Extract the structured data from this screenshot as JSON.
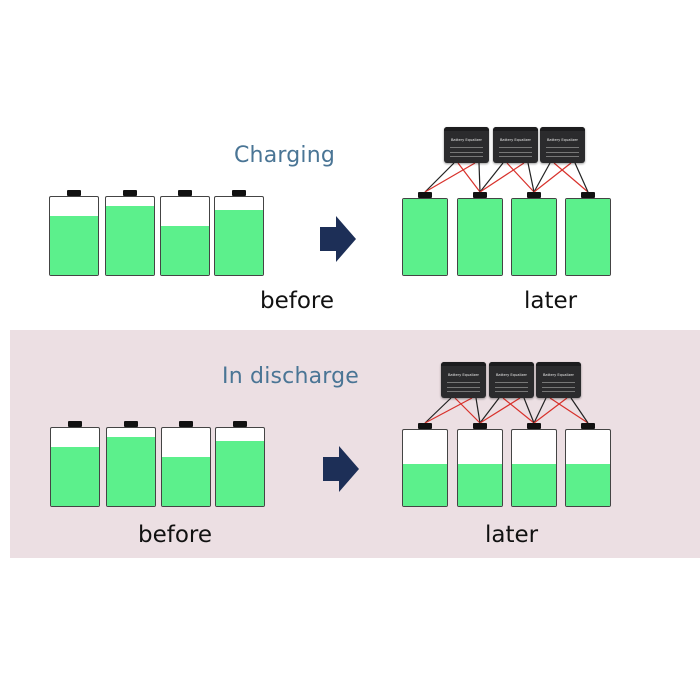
{
  "charging": {
    "title": "Charging",
    "before_label": "before",
    "later_label": "later",
    "before_levels": [
      0.76,
      0.88,
      0.63,
      0.83
    ],
    "later_levels": [
      1.0,
      1.0,
      1.0,
      1.0
    ]
  },
  "discharge": {
    "title": "In discharge",
    "before_label": "before",
    "later_label": "later",
    "before_levels": [
      0.76,
      0.88,
      0.63,
      0.83
    ],
    "later_levels": [
      0.55,
      0.55,
      0.55,
      0.55
    ]
  },
  "equalizer": {
    "label": "Battery Equalizer",
    "icon": "battery-equalizer-module"
  },
  "colors": {
    "battery_fill": "#5cf08c",
    "title_text": "#4a7595",
    "arrow": "#1d2f57",
    "discharge_background": "#ecdfe3",
    "wire_red": "#d8312b",
    "wire_black": "#222222"
  }
}
